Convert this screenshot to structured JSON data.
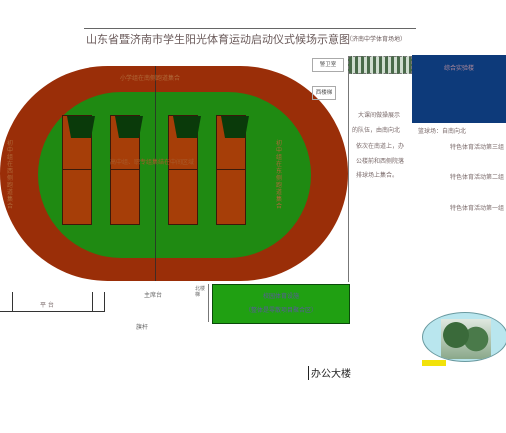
{
  "header": {
    "title": "山东省暨济南市学生阳光体育运动启动仪式候场示意图",
    "subtitle": "（济南中学体育场地）"
  },
  "field_labels": {
    "track_top": "小学组在南侧跑道集合",
    "field_center": "高中组、职专组集结在中间区域",
    "left_vertical": "初中组在西侧跑道集合",
    "right_vertical": "初中组在东侧跑道集合"
  },
  "buildings": {
    "guard": "警卫室",
    "west_house": "西楼梯",
    "blue_building": "综合实验楼",
    "office": "办公大楼",
    "stage": "主席台",
    "flagpole": "旗杆",
    "north_gate": "北楼梯"
  },
  "right_notes": {
    "p1": "大课间做操展示",
    "p2": "的队伍，由南向北",
    "p3": "依次在南道上，办",
    "p4": "公楼前和西侧院落",
    "p5": "排球场上集合。",
    "volleyball": "篮球场：自南向北",
    "group3": "特色体育活动第三组",
    "group2": "特色体育活动第二组",
    "group1": "特色体育活动第一组"
  },
  "green_box": {
    "line1": "校园体育设施",
    "line2": "（整体是零散项目聚合区）"
  },
  "stands": {
    "label": "平 台"
  },
  "colors": {
    "track": "#9a2e08",
    "field": "#1f8a12",
    "court": "#a63e08",
    "blue_building": "#0d3a7a",
    "green_box": "#20a012",
    "marker": "#f2e20a"
  }
}
